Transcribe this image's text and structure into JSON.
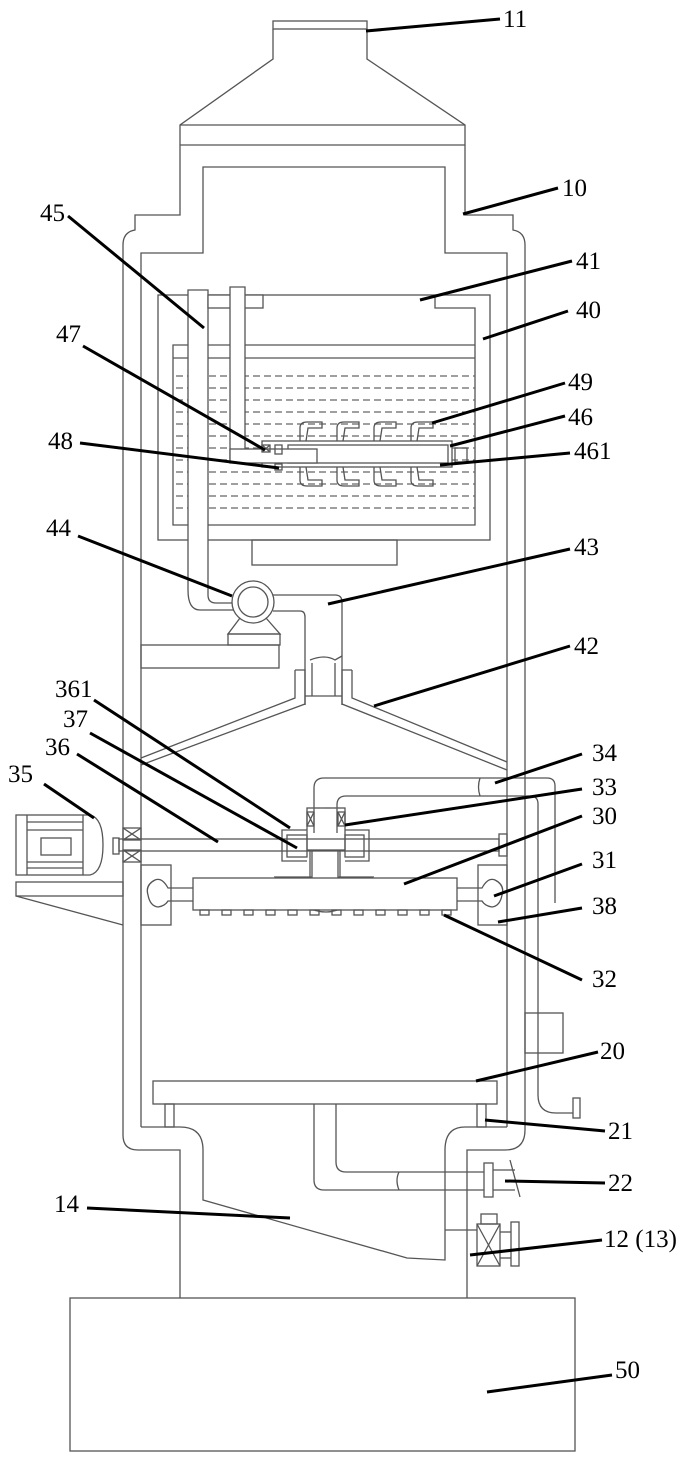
{
  "figure": {
    "type": "patent-style apparatus cross-section",
    "labels": [
      {
        "id": "11",
        "text": "11",
        "part": "exhaust outlet"
      },
      {
        "id": "10",
        "text": "10",
        "part": "tower body"
      },
      {
        "id": "45",
        "text": "45",
        "part": "liquid pipe"
      },
      {
        "id": "41",
        "text": "41",
        "part": "upper chamber"
      },
      {
        "id": "40",
        "text": "40",
        "part": "liquid tank"
      },
      {
        "id": "47",
        "text": "47",
        "part": "bearing"
      },
      {
        "id": "49",
        "text": "49",
        "part": "spray nozzles"
      },
      {
        "id": "46",
        "text": "46",
        "part": "rotating pipe"
      },
      {
        "id": "48",
        "text": "48",
        "part": "seal"
      },
      {
        "id": "461",
        "text": "461",
        "part": "inner channel"
      },
      {
        "id": "44",
        "text": "44",
        "part": "pump"
      },
      {
        "id": "43",
        "text": "43",
        "part": "collection pipe"
      },
      {
        "id": "42",
        "text": "42",
        "part": "collecting hood"
      },
      {
        "id": "361",
        "text": "361",
        "part": "gear housing"
      },
      {
        "id": "37",
        "text": "37",
        "part": "gear"
      },
      {
        "id": "36",
        "text": "36",
        "part": "drive shaft"
      },
      {
        "id": "35",
        "text": "35",
        "part": "motor"
      },
      {
        "id": "34",
        "text": "34",
        "part": "supply pipe"
      },
      {
        "id": "33",
        "text": "33",
        "part": "rotary joint"
      },
      {
        "id": "30",
        "text": "30",
        "part": "spray bar"
      },
      {
        "id": "31",
        "text": "31",
        "part": "ball joint"
      },
      {
        "id": "38",
        "text": "38",
        "part": "support block"
      },
      {
        "id": "32",
        "text": "32",
        "part": "nozzle row"
      },
      {
        "id": "20",
        "text": "20",
        "part": "filter plate"
      },
      {
        "id": "21",
        "text": "21",
        "part": "support leg"
      },
      {
        "id": "22",
        "text": "22",
        "part": "inlet pipe"
      },
      {
        "id": "14",
        "text": "14",
        "part": "sloped bottom"
      },
      {
        "id": "12",
        "text": "12 (13)",
        "part": "drain valve"
      },
      {
        "id": "50",
        "text": "50",
        "part": "base tank"
      }
    ]
  }
}
